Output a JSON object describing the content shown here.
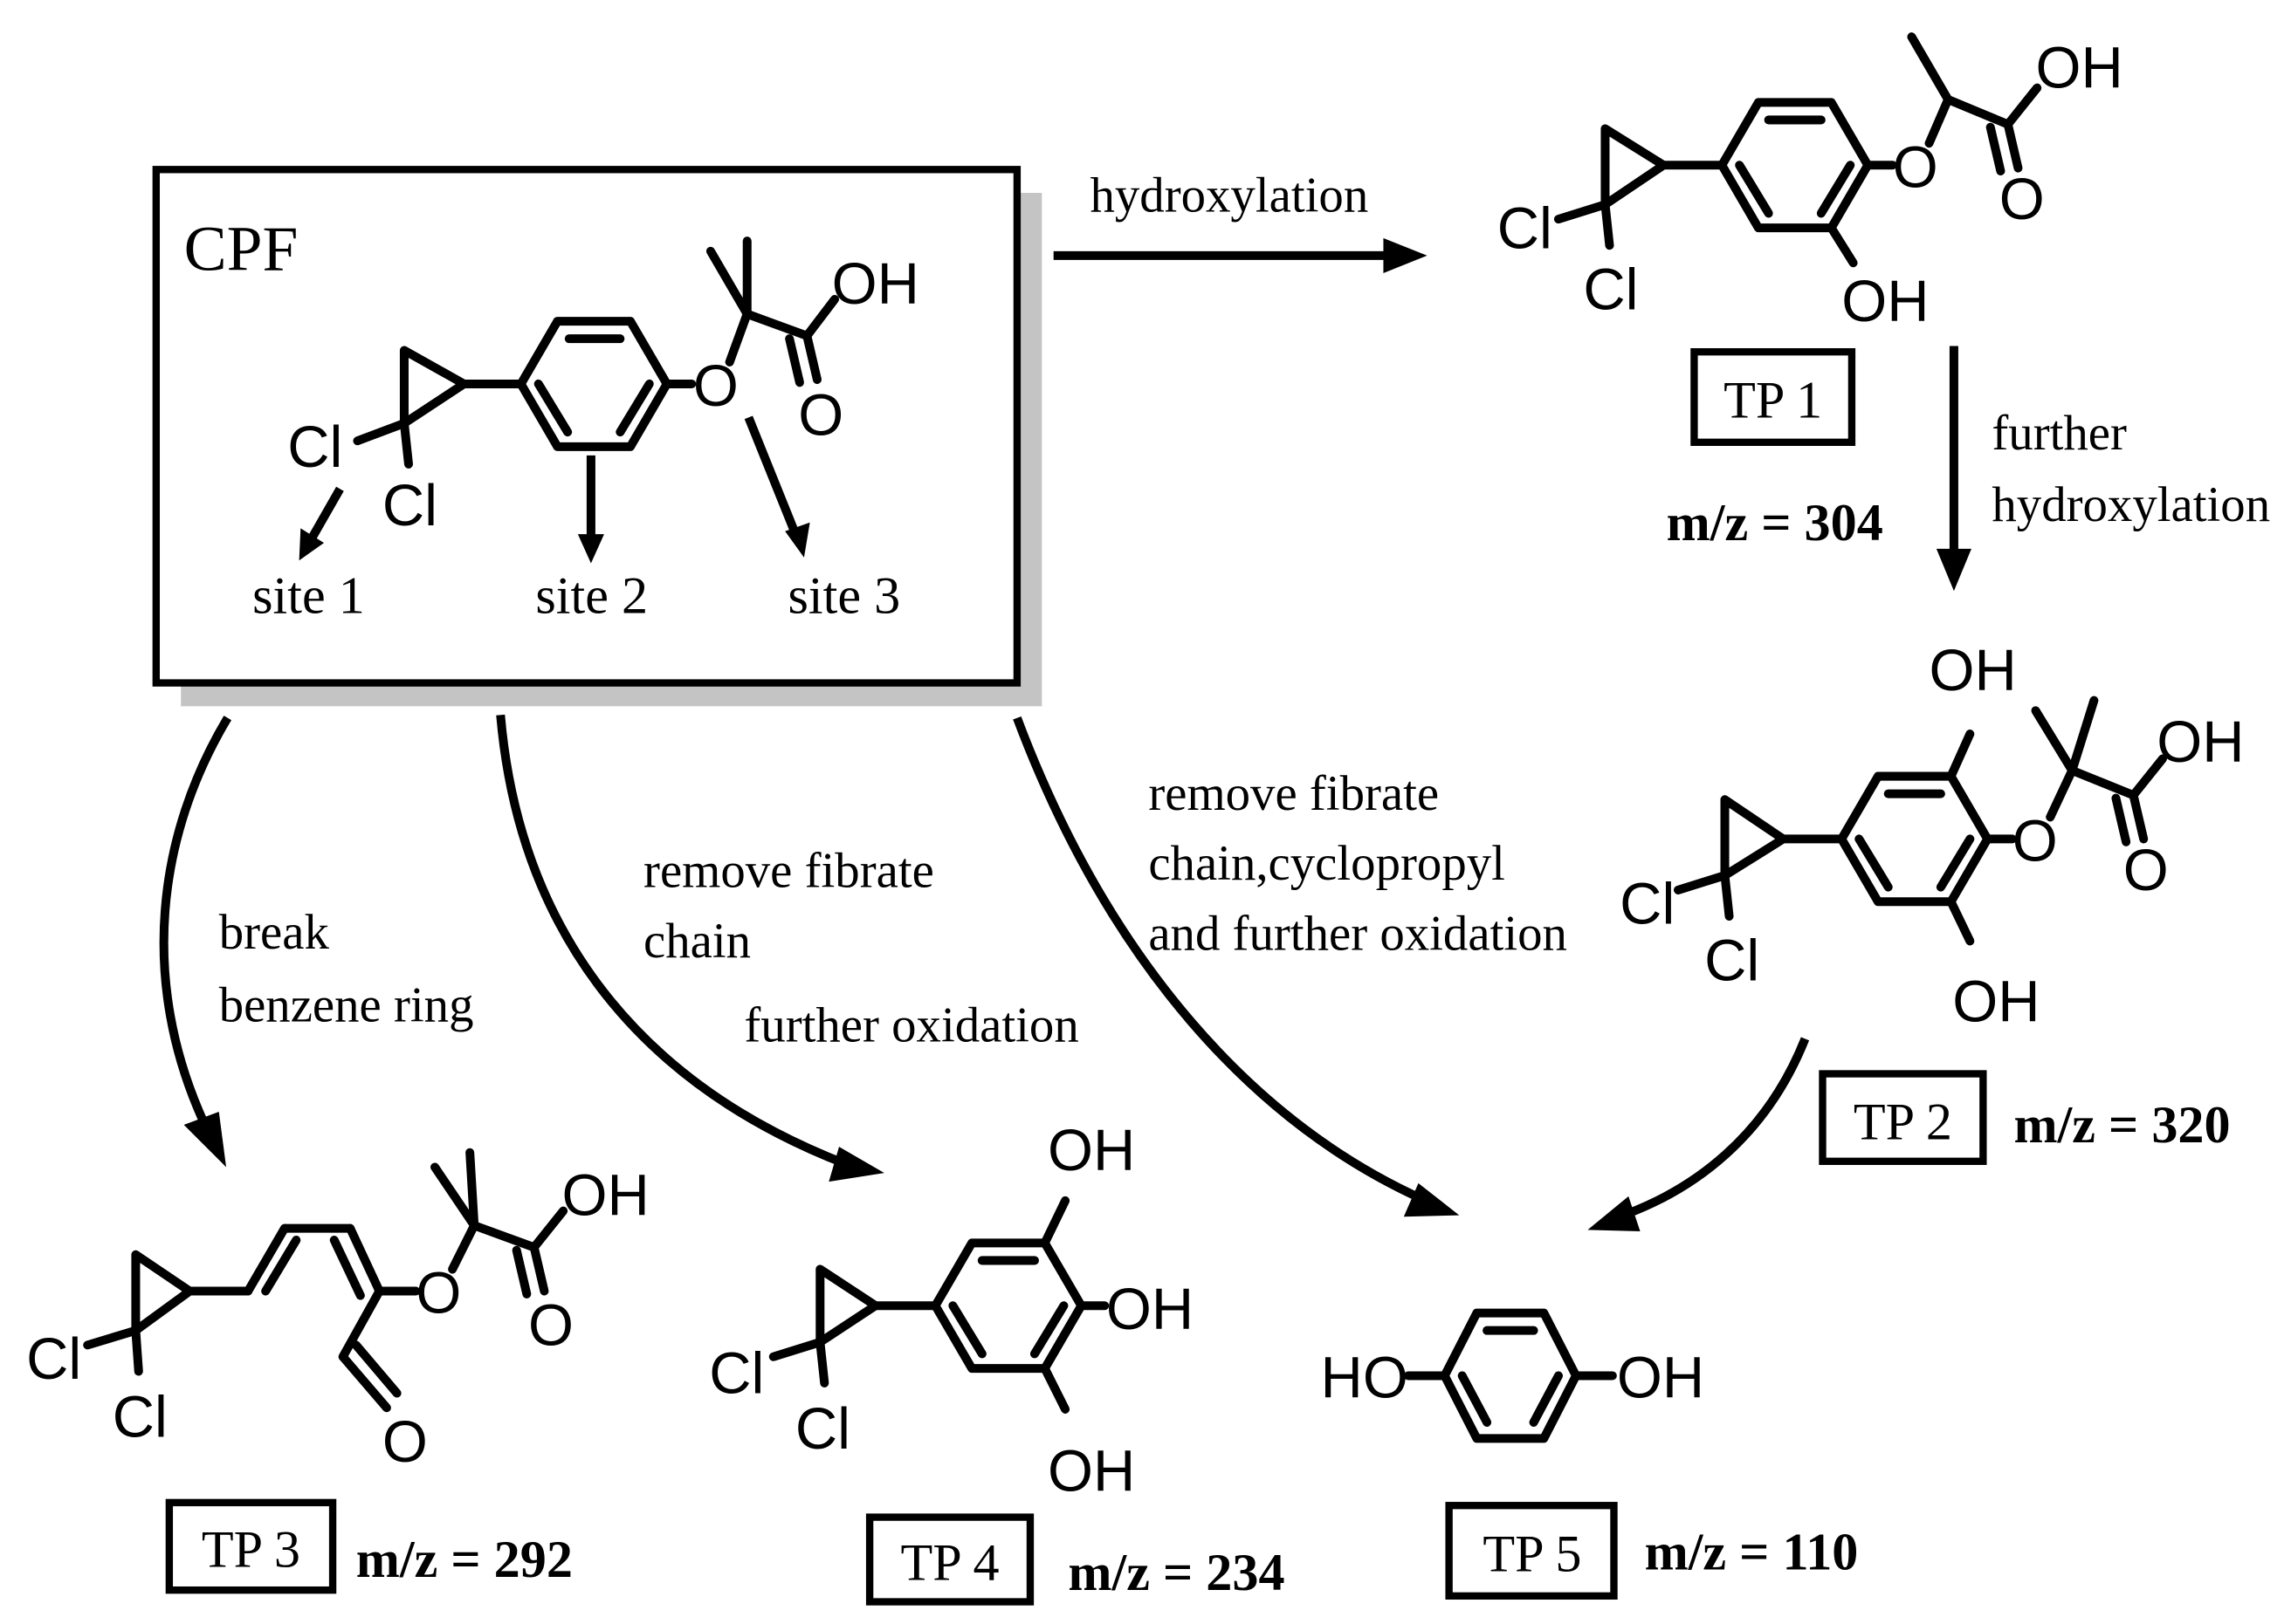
{
  "cpf": {
    "title": "CPF",
    "sites": [
      "site 1",
      "site 2",
      "site 3"
    ]
  },
  "atoms": {
    "cl": "Cl",
    "oh": "OH",
    "ho": "HO",
    "o": "O"
  },
  "steps": {
    "hydroxylation": "hydroxylation",
    "further_1": "further",
    "further_2": "hydroxylation",
    "break_1": "break",
    "break_2": "benzene ring",
    "tp4_1": "remove fibrate",
    "tp4_2": "chain",
    "tp4_3": "further  oxidation",
    "tp5_1": "remove fibrate",
    "tp5_2": "chain,cyclopropyl",
    "tp5_3": "and further oxidation"
  },
  "products": [
    {
      "label": "TP 1",
      "mz": "m/z = 304"
    },
    {
      "label": "TP 2",
      "mz": "m/z = 320"
    },
    {
      "label": "TP 3",
      "mz": "m/z = 292"
    },
    {
      "label": "TP 4",
      "mz": "m/z = 234"
    },
    {
      "label": "TP 5",
      "mz": "m/z = 110"
    }
  ]
}
